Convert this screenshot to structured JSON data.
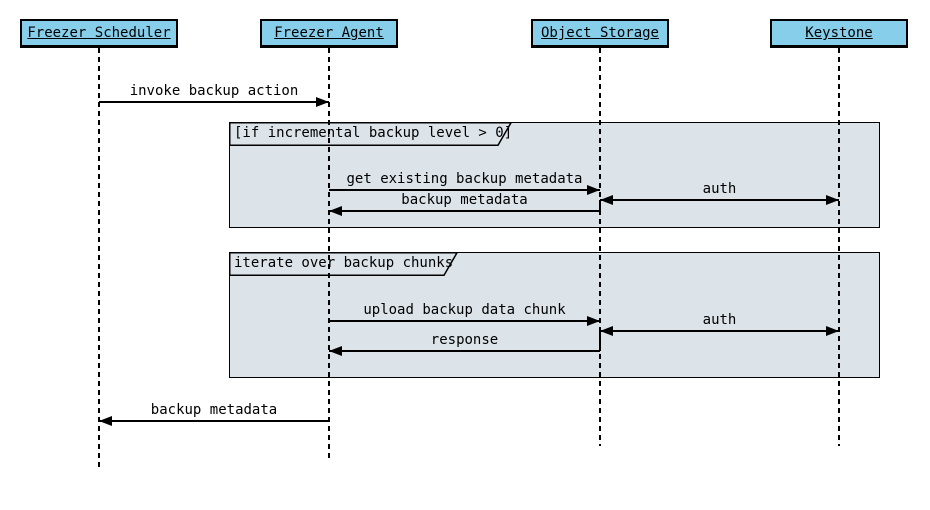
{
  "colors": {
    "actor-fill": "#87ceeb",
    "frame-fill": "#dce4ea",
    "line": "#000000",
    "background": "#ffffff"
  },
  "diagram": {
    "type": "sequence",
    "actors": [
      {
        "name": "Freezer Scheduler"
      },
      {
        "name": "Freezer Agent"
      },
      {
        "name": "Object Storage"
      },
      {
        "name": "Keystone"
      }
    ],
    "frames": [
      {
        "label": "[if incremental backup level > 0]"
      },
      {
        "label": "iterate over backup chunks"
      }
    ],
    "messages": [
      {
        "label": "invoke backup action",
        "from": "Freezer Scheduler",
        "to": "Freezer Agent",
        "direction": "right"
      },
      {
        "label": "get existing backup metadata",
        "from": "Freezer Agent",
        "to": "Object Storage",
        "direction": "right",
        "frame": 0
      },
      {
        "label": "backup metadata",
        "from": "Object Storage",
        "to": "Freezer Agent",
        "direction": "left",
        "frame": 0
      },
      {
        "label": "auth",
        "from": "Object Storage",
        "to": "Keystone",
        "direction": "both",
        "frame": 0
      },
      {
        "label": "upload backup data chunk",
        "from": "Freezer Agent",
        "to": "Object Storage",
        "direction": "right",
        "frame": 1
      },
      {
        "label": "response",
        "from": "Object Storage",
        "to": "Freezer Agent",
        "direction": "left",
        "frame": 1
      },
      {
        "label": "auth",
        "from": "Object Storage",
        "to": "Keystone",
        "direction": "both",
        "frame": 1
      },
      {
        "label": "backup metadata",
        "from": "Freezer Agent",
        "to": "Freezer Scheduler",
        "direction": "left"
      }
    ]
  }
}
